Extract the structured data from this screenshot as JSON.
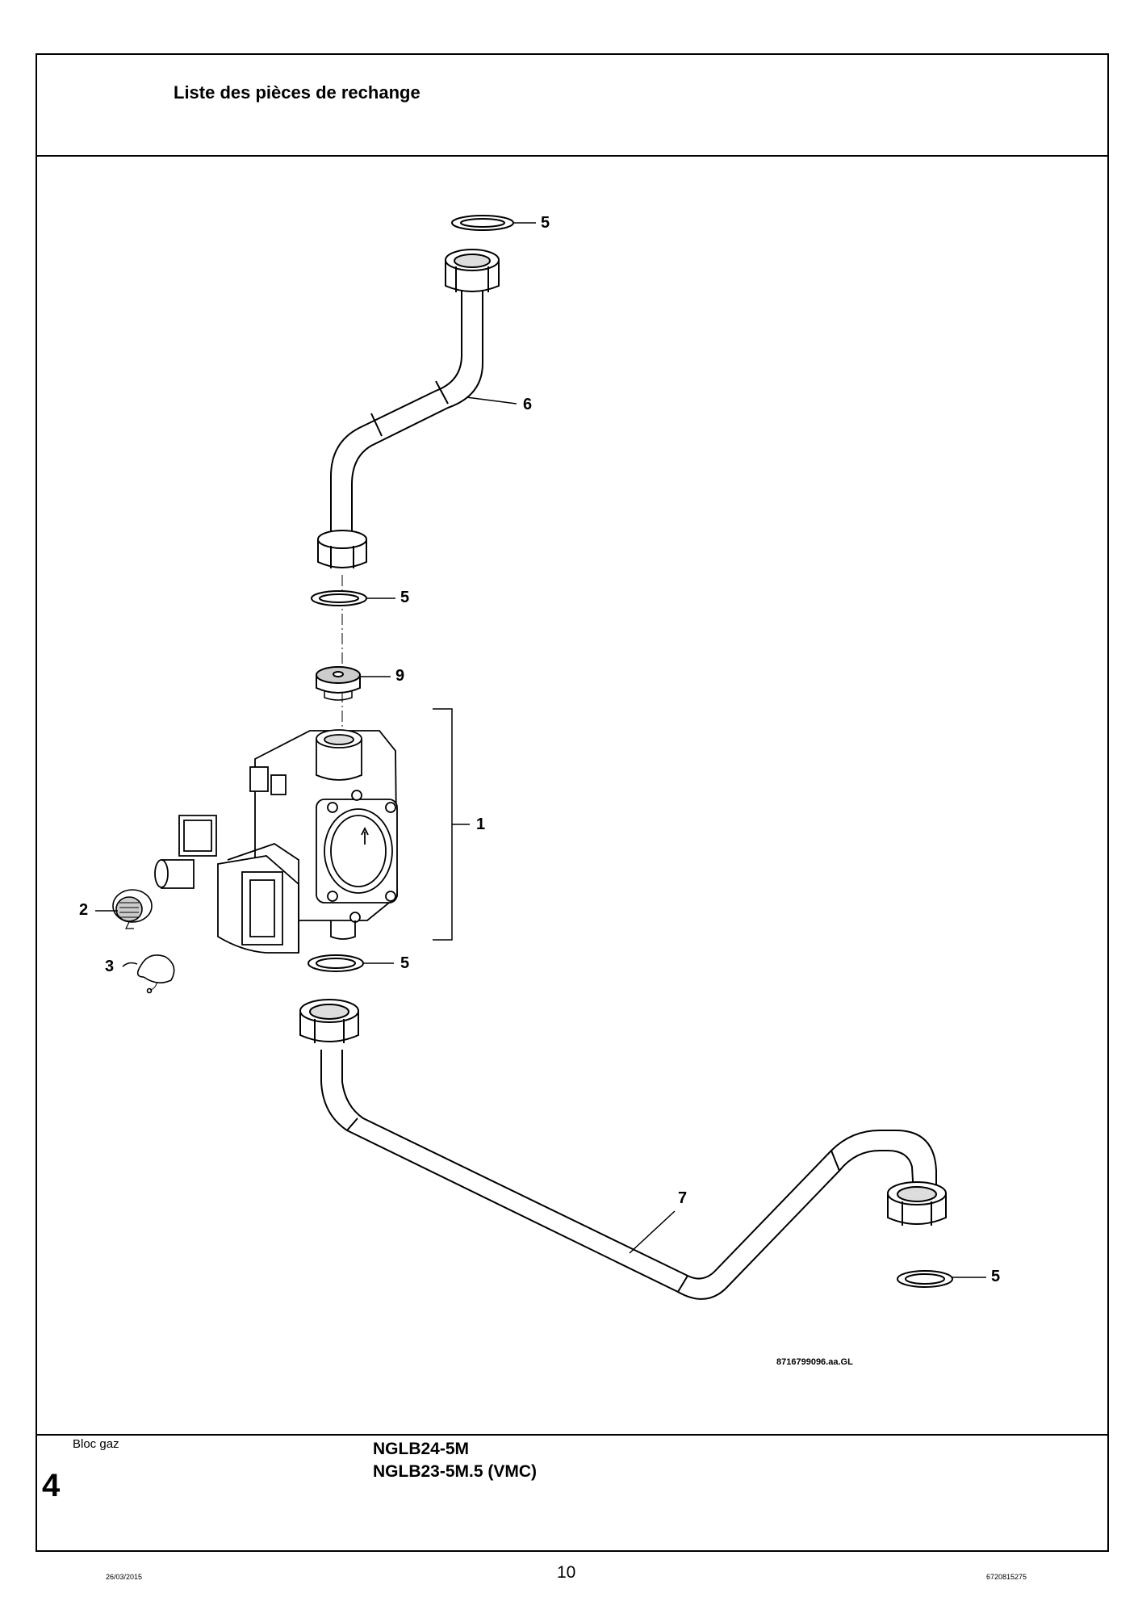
{
  "header": {
    "title": "Liste des pièces de rechange"
  },
  "drawing": {
    "reference": "8716799096.aa.GL",
    "callouts": {
      "washer_top": "5",
      "pipe_upper": "6",
      "washer_mid": "5",
      "filter": "9",
      "gas_valve": "1",
      "knob": "2",
      "cap": "3",
      "washer_lower": "5",
      "pipe_lower": "7",
      "washer_right": "5"
    }
  },
  "footer": {
    "section_label": "Bloc gaz",
    "section_number": "4",
    "models": [
      "NGLB24-5M",
      "NGLB23-5M.5 (VMC)"
    ],
    "page_number": "10",
    "date": "26/03/2015",
    "doc_number": "6720815275"
  }
}
